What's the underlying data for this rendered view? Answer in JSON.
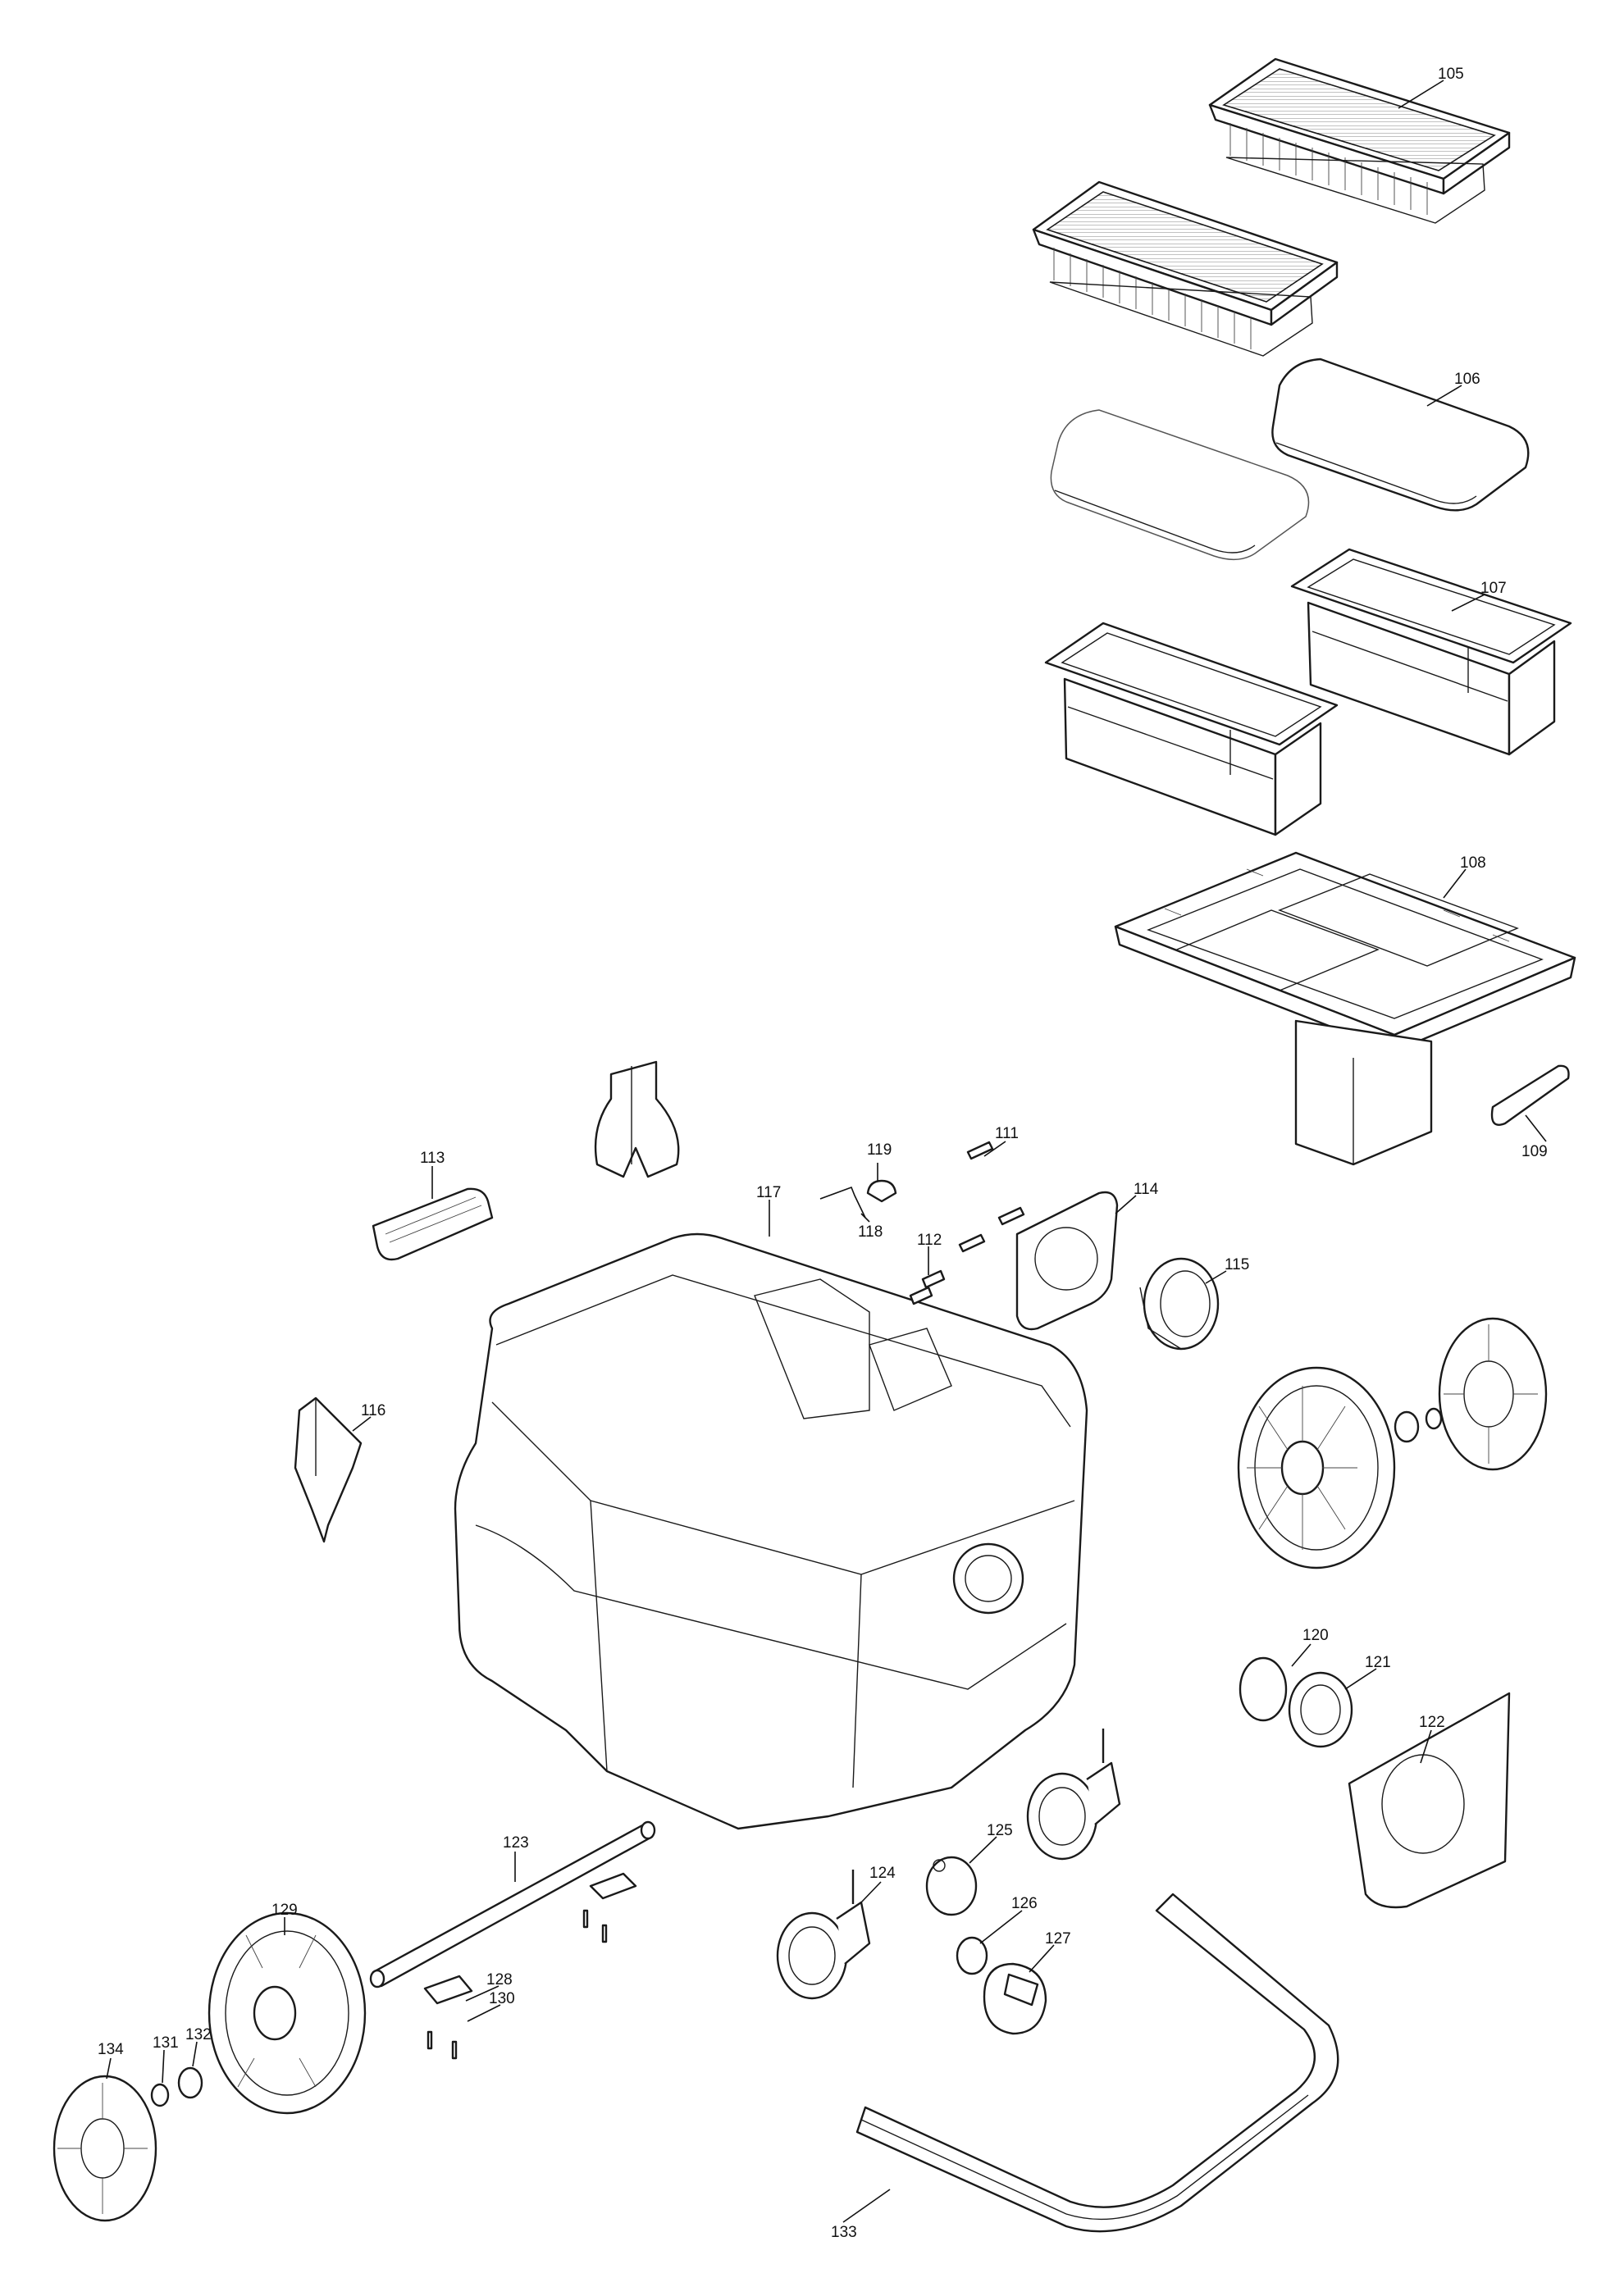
{
  "diagram": {
    "callouts": [
      {
        "id": "105",
        "label": "105"
      },
      {
        "id": "106",
        "label": "106"
      },
      {
        "id": "107",
        "label": "107"
      },
      {
        "id": "108",
        "label": "108"
      },
      {
        "id": "109",
        "label": "109"
      },
      {
        "id": "111",
        "label": "111"
      },
      {
        "id": "112",
        "label": "112"
      },
      {
        "id": "113",
        "label": "113"
      },
      {
        "id": "114",
        "label": "114"
      },
      {
        "id": "115",
        "label": "115"
      },
      {
        "id": "116",
        "label": "116"
      },
      {
        "id": "117",
        "label": "117"
      },
      {
        "id": "118",
        "label": "118"
      },
      {
        "id": "119",
        "label": "119"
      },
      {
        "id": "120",
        "label": "120"
      },
      {
        "id": "121",
        "label": "121"
      },
      {
        "id": "122",
        "label": "122"
      },
      {
        "id": "123",
        "label": "123"
      },
      {
        "id": "124",
        "label": "124"
      },
      {
        "id": "125",
        "label": "125"
      },
      {
        "id": "126",
        "label": "126"
      },
      {
        "id": "127",
        "label": "127"
      },
      {
        "id": "128",
        "label": "128"
      },
      {
        "id": "129",
        "label": "129"
      },
      {
        "id": "130",
        "label": "130"
      },
      {
        "id": "131",
        "label": "131"
      },
      {
        "id": "132",
        "label": "132"
      },
      {
        "id": "133",
        "label": "133"
      },
      {
        "id": "134",
        "label": "134"
      }
    ]
  }
}
